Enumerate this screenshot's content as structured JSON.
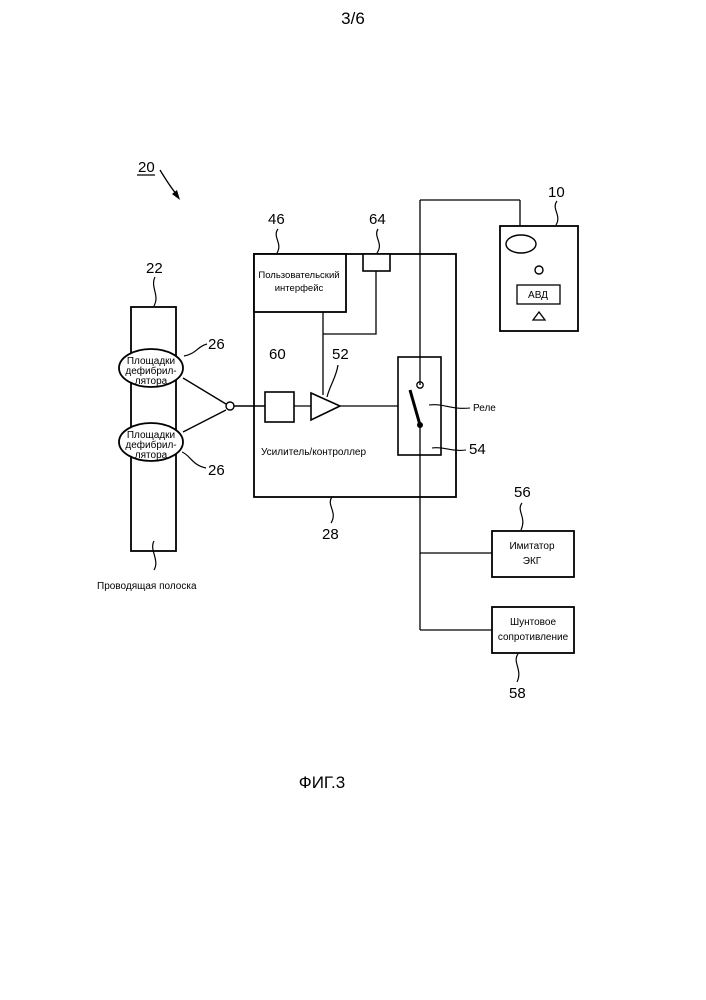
{
  "page_number": "3/6",
  "figure_caption": "ФИГ.3",
  "refs": {
    "system": "20",
    "strip": "22",
    "pad_top": "26",
    "pad_bottom": "26",
    "controller": "28",
    "ui": "46",
    "amplifier": "52",
    "relay": "54",
    "ecg_sim": "56",
    "shunt": "58",
    "box60": "60",
    "box64": "64",
    "aed": "10"
  },
  "labels": {
    "pad_line1": "Площадки",
    "pad_line2": "дефибрил-",
    "pad_line3": "лятора",
    "ui_line1": "Пользовательский",
    "ui_line2": "интерфейс",
    "controller": "Усилитель/контроллер",
    "relay": "Реле",
    "aed": "АВД",
    "ecg_line1": "Имитатор",
    "ecg_line2": "ЭКГ",
    "shunt_line1": "Шунтовое",
    "shunt_line2": "сопротивление",
    "strip": "Проводящая полоска"
  }
}
